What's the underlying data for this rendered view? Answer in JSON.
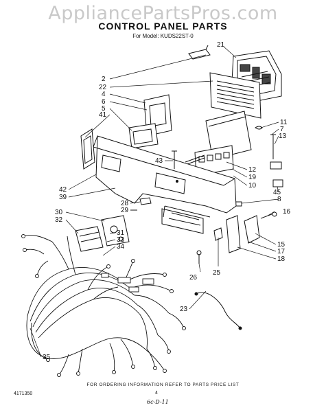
{
  "watermark": "AppliancePartsPros.com",
  "title": "CONTROL PANEL PARTS",
  "model": "For Model: KUDS22ST-0",
  "callouts": {
    "c21": "21",
    "c2": "2",
    "c22": "22",
    "c4": "4",
    "c6": "6",
    "c5": "5",
    "c41": "41",
    "c11": "11",
    "c7": "7",
    "c13": "13",
    "c43": "43",
    "c12": "12",
    "c19": "19",
    "c10": "10",
    "c45": "45",
    "c8": "8",
    "c42": "42",
    "c39": "39",
    "c28": "28",
    "c29": "29",
    "c30": "30",
    "c32": "32",
    "c16": "16",
    "c31": "31",
    "c33": "33",
    "c34": "34",
    "c15": "15",
    "c17": "17",
    "c18": "18",
    "c26": "26",
    "c25": "25",
    "c23": "23",
    "c35": "35"
  },
  "footer": "FOR ORDERING INFORMATION REFER TO PARTS PRICE LIST",
  "doc_number": "4171350",
  "page_number": "4",
  "handwritten_note": "6c-D-11"
}
